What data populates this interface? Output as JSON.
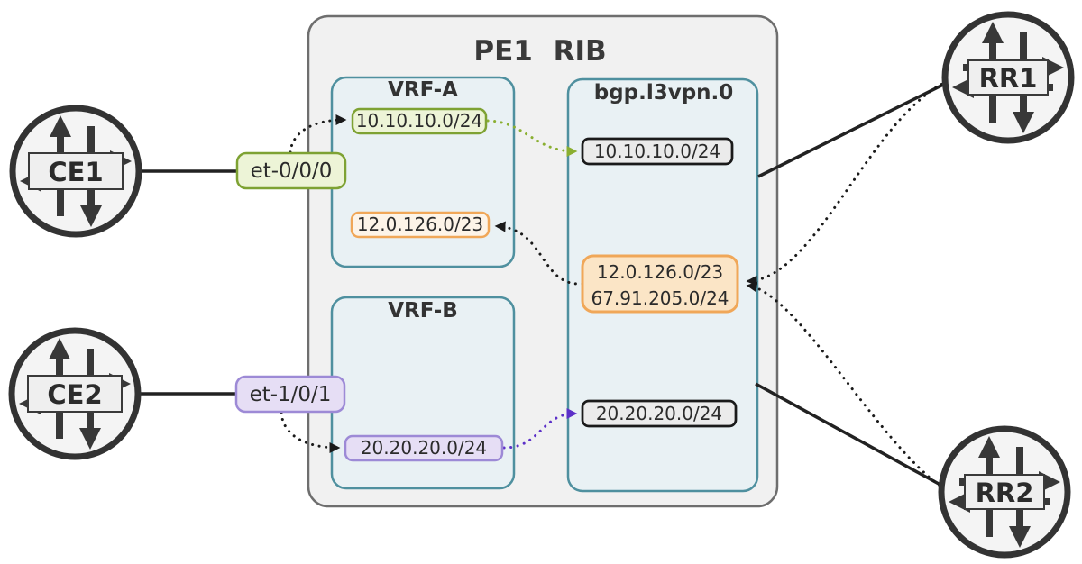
{
  "diagram": {
    "containers": {
      "pe1_rib": {
        "title": "PE1 RIB"
      },
      "vrf_a": {
        "title": "VRF-A"
      },
      "vrf_b": {
        "title": "VRF-B"
      },
      "bgp_table": {
        "title": "bgp.l3vpn.0"
      }
    },
    "routers": {
      "ce1": {
        "label": "CE1"
      },
      "ce2": {
        "label": "CE2"
      },
      "rr1": {
        "label": "RR1"
      },
      "rr2": {
        "label": "RR2"
      }
    },
    "interfaces": {
      "ce1_link": {
        "label": "et-0/0/0"
      },
      "ce2_link": {
        "label": "et-1/0/1"
      }
    },
    "routes": {
      "vrf_a_connected": {
        "prefix": "10.10.10.0/24",
        "style": "green"
      },
      "vrf_a_learned": {
        "prefix": "12.0.126.0/23",
        "style": "orange"
      },
      "vrf_b_connected": {
        "prefix": "20.20.20.0/24",
        "style": "purple"
      },
      "bgp_from_vrf_a": {
        "prefix": "10.10.10.0/24",
        "style": "black"
      },
      "bgp_learned": {
        "prefixes": [
          "12.0.126.0/23",
          "67.91.205.0/24"
        ],
        "style": "orange"
      },
      "bgp_from_vrf_b": {
        "prefix": "20.20.20.0/24",
        "style": "black"
      }
    },
    "colors": {
      "green_border": "#7ea233",
      "green_fill": "#edf4d7",
      "green_arrow": "#8aaf31",
      "orange_border": "#f0a758",
      "orange_fill": "#fbe5c6",
      "orange_fill_light": "#fdf4e8",
      "purple_border": "#9d8ad6",
      "purple_fill": "#e6def5",
      "purple_arrow": "#5c30c8",
      "teal_border": "#4f909f",
      "panel_fill": "#e9f1f4",
      "outer_fill": "#f1f1f1",
      "outer_border": "#6e6e6e",
      "black_line": "#1a1a1a"
    }
  }
}
